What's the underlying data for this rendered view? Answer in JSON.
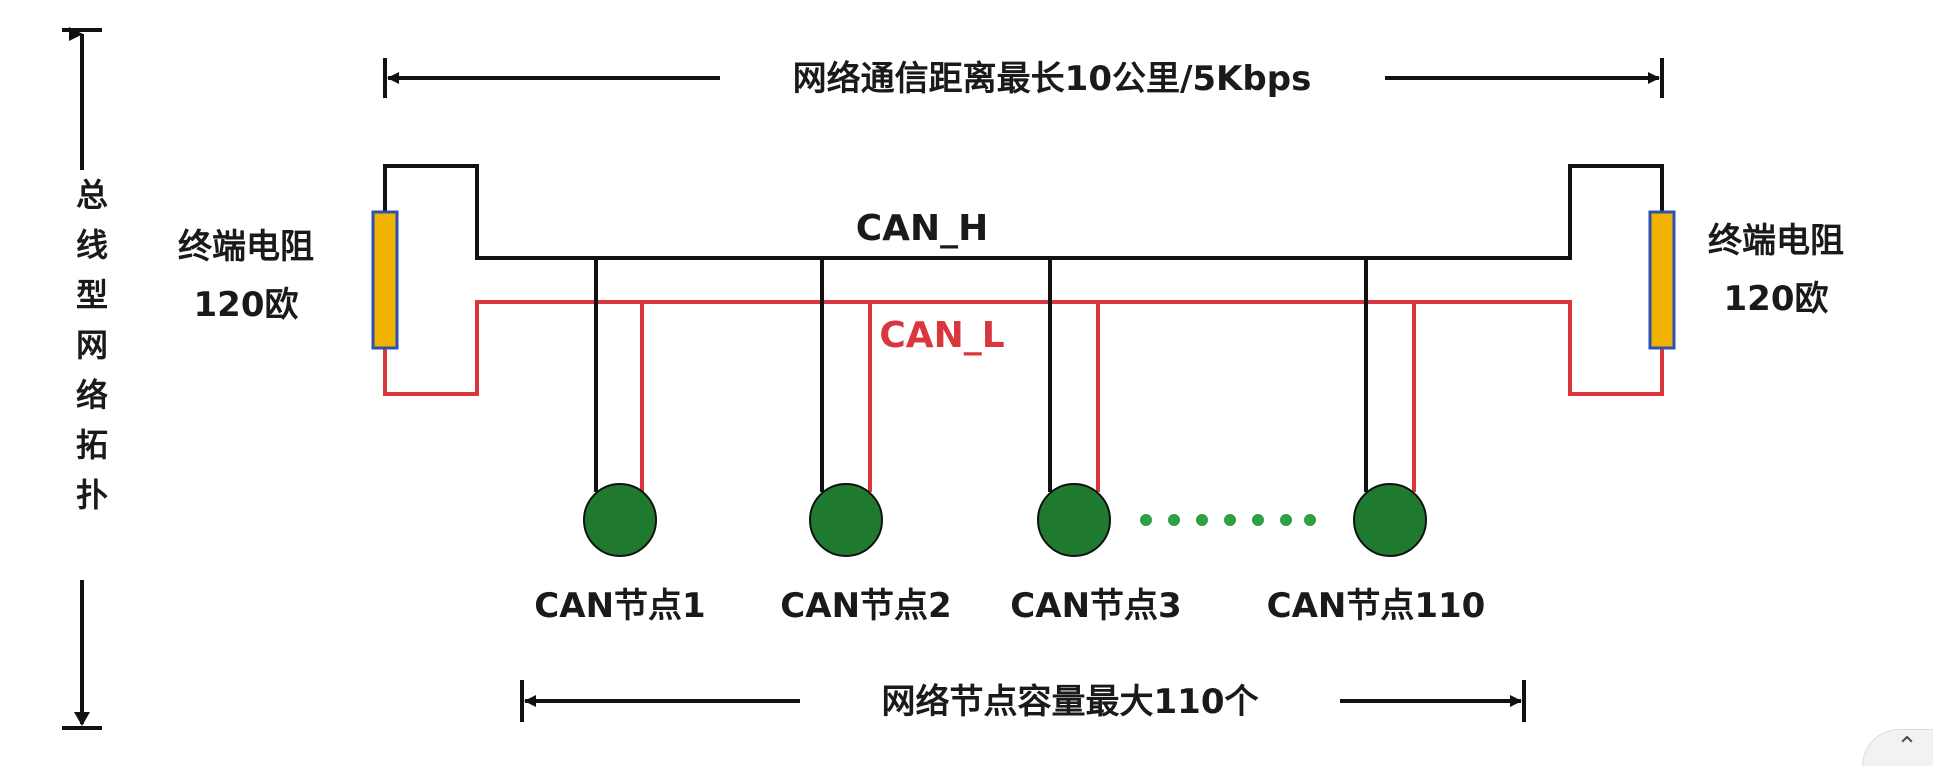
{
  "title_span": "网络通信距离最长10公里/5Kbps",
  "left_label": "总线型网络拓扑",
  "can_h": "CAN_H",
  "can_l": "CAN_L",
  "terminator_left": {
    "line1": "终端电阻",
    "line2": "120欧"
  },
  "terminator_right": {
    "line1": "终端电阻",
    "line2": "120欧"
  },
  "nodes": [
    {
      "label": "CAN节点1"
    },
    {
      "label": "CAN节点2"
    },
    {
      "label": "CAN节点3"
    },
    {
      "label": "CAN节点110"
    }
  ],
  "bottom_span": "网络节点容量最大110个",
  "colors": {
    "can_h": "#111111",
    "can_l": "#d9363e",
    "node_fill": "#1f7a30",
    "resistor_fill": "#f0b400",
    "resistor_edge": "#3050b0",
    "ellipsis": "#2ea043"
  },
  "scroll_icon": "chevron-up-icon"
}
